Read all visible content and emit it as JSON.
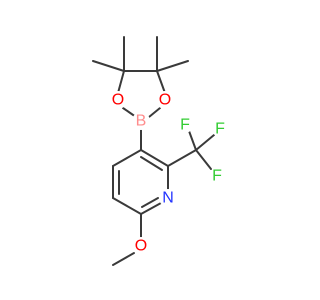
{
  "molecule": {
    "atoms": {
      "o_dioxaborolane_left": "O",
      "o_dioxaborolane_right": "O",
      "boron": "B",
      "nitrogen": "N",
      "o_methoxy": "O",
      "fluorine_1": "F",
      "fluorine_2": "F",
      "fluorine_3": "F"
    },
    "colors": {
      "bond": "#3a3a3a",
      "oxygen": "#ff0000",
      "boron": "#ff8c8c",
      "nitrogen": "#2233ff",
      "fluorine": "#33cc33"
    }
  }
}
